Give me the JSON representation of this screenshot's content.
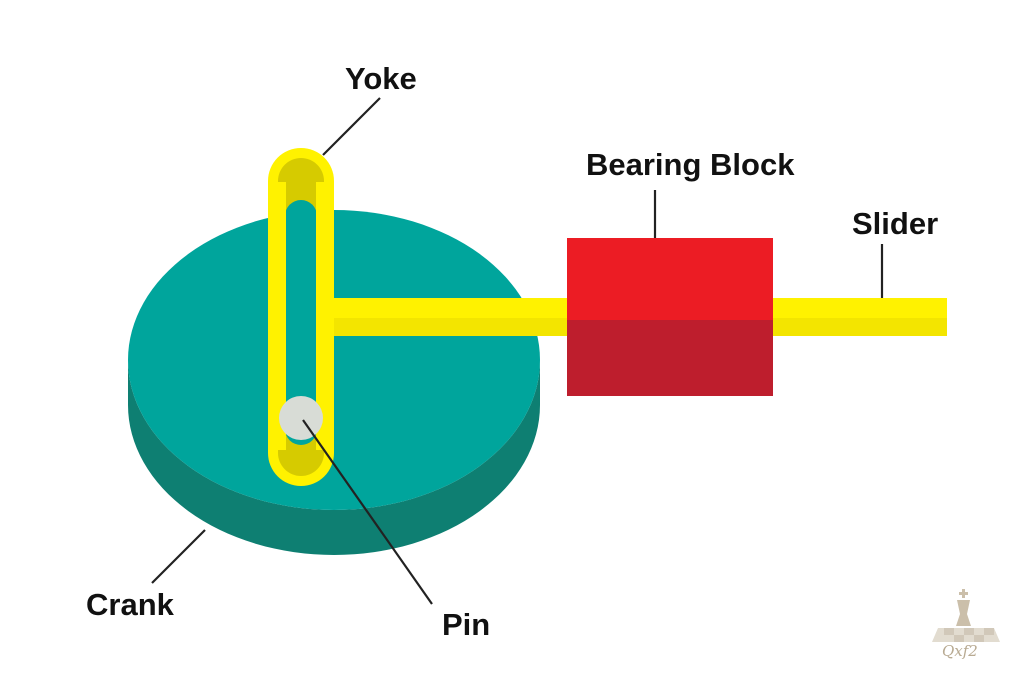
{
  "labels": {
    "yoke": "Yoke",
    "bearing_block": "Bearing Block",
    "slider": "Slider",
    "crank": "Crank",
    "pin": "Pin"
  },
  "watermark": {
    "text": "Qxf2",
    "icon": "chess-king-icon"
  },
  "colors": {
    "crank_top": "#00A59C",
    "crank_side": "#0E7F72",
    "yoke_yellow": "#FFF200",
    "yoke_inner": "#D6CB00",
    "bearing_top": "#EC1C24",
    "bearing_bottom": "#BE1E2D",
    "pin": "#D8DCD6",
    "leader_line": "#222222"
  }
}
